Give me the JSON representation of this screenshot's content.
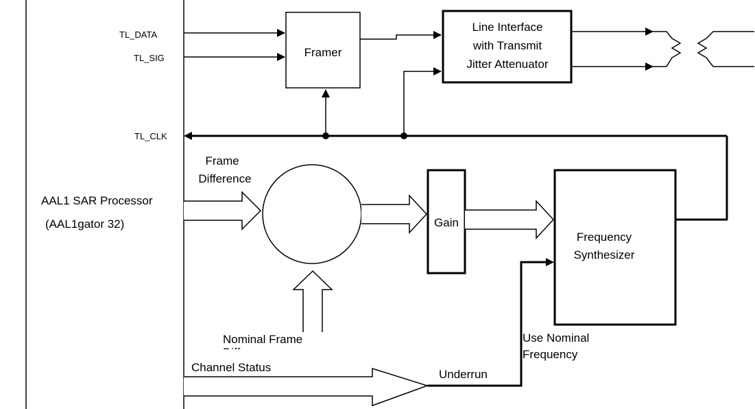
{
  "sar_processor": {
    "line1": "AAL1 SAR Processor",
    "line2": "(AAL1gator 32)"
  },
  "signals": {
    "tl_data": "TL_DATA",
    "tl_sig": "TL_SIG",
    "tl_clk": "TL_CLK"
  },
  "framer": {
    "label": "Framer"
  },
  "line_interface": {
    "line1": "Line Interface",
    "line2": "with Transmit",
    "line3": "Jitter Attenuator"
  },
  "frame_difference": {
    "line1": "Frame",
    "line2": "Difference"
  },
  "gain": {
    "label": "Gain"
  },
  "frequency_synthesizer": {
    "line1": "Frequency",
    "line2": "Synthesizer"
  },
  "nominal_frame": {
    "line1": "Nominal Frame",
    "line2": "Diff"
  },
  "use_nominal": {
    "line1": "Use Nominal",
    "line2": "Frequency"
  },
  "channel_status": {
    "label": "Channel Status"
  },
  "underrun": {
    "label": "Underrun"
  }
}
